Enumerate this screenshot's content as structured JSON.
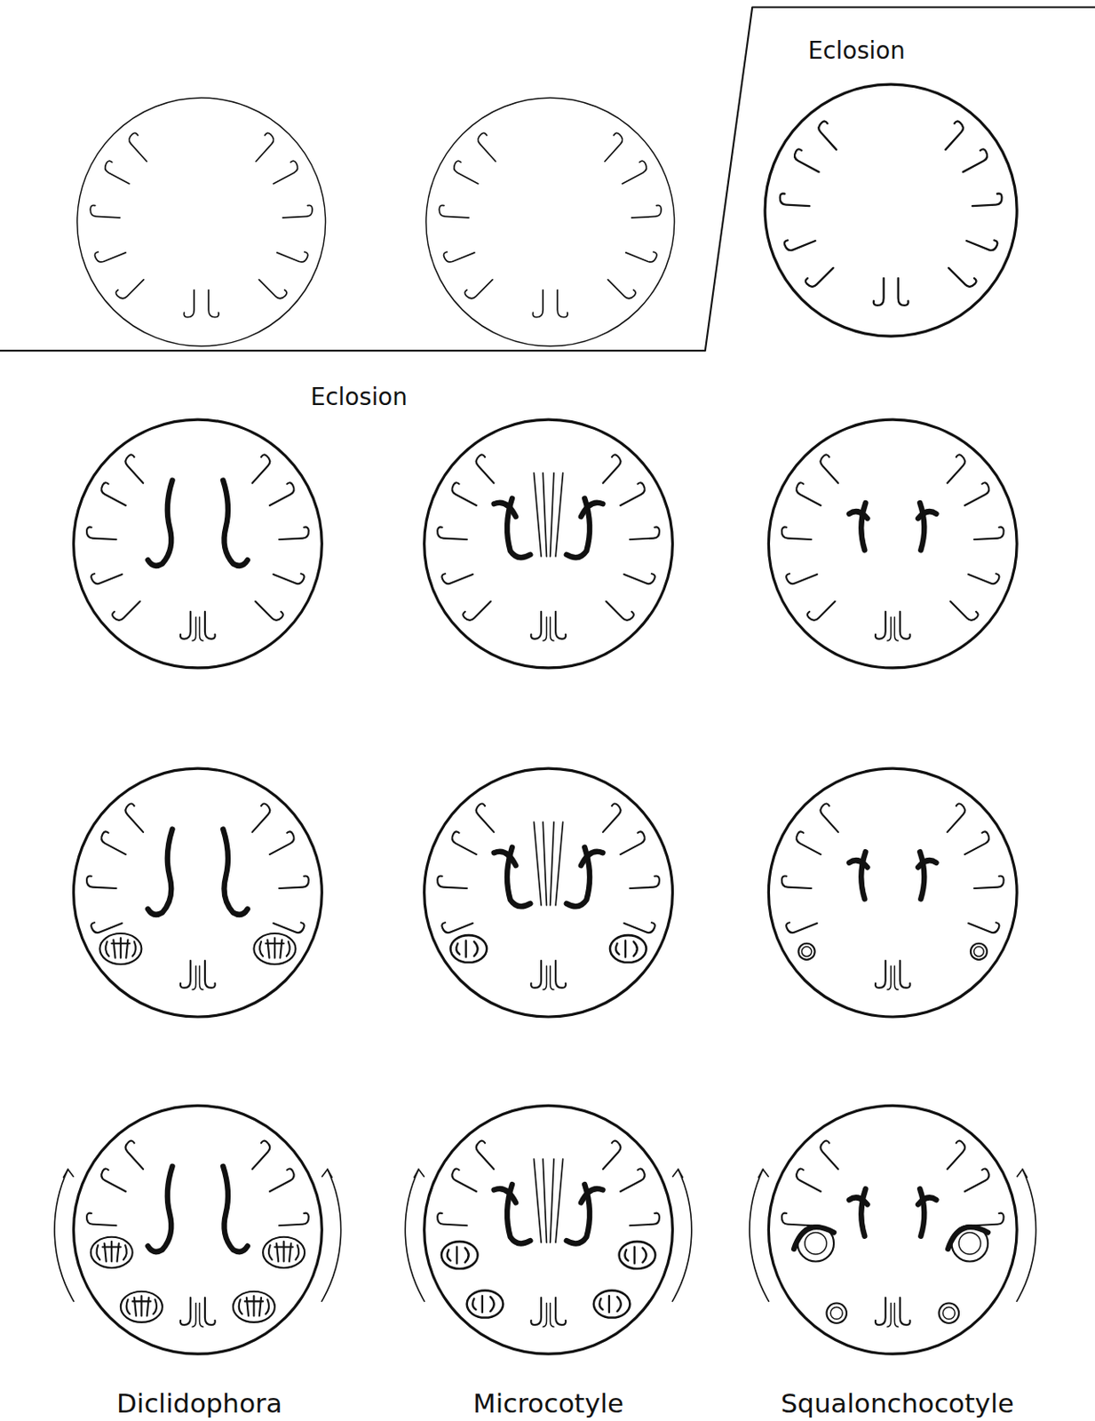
{
  "diagram": {
    "labels": [
      "Eclosion",
      "Eclosion",
      "Diclidophora",
      "Microcotyle",
      "Squalonchocotyle"
    ]
  }
}
